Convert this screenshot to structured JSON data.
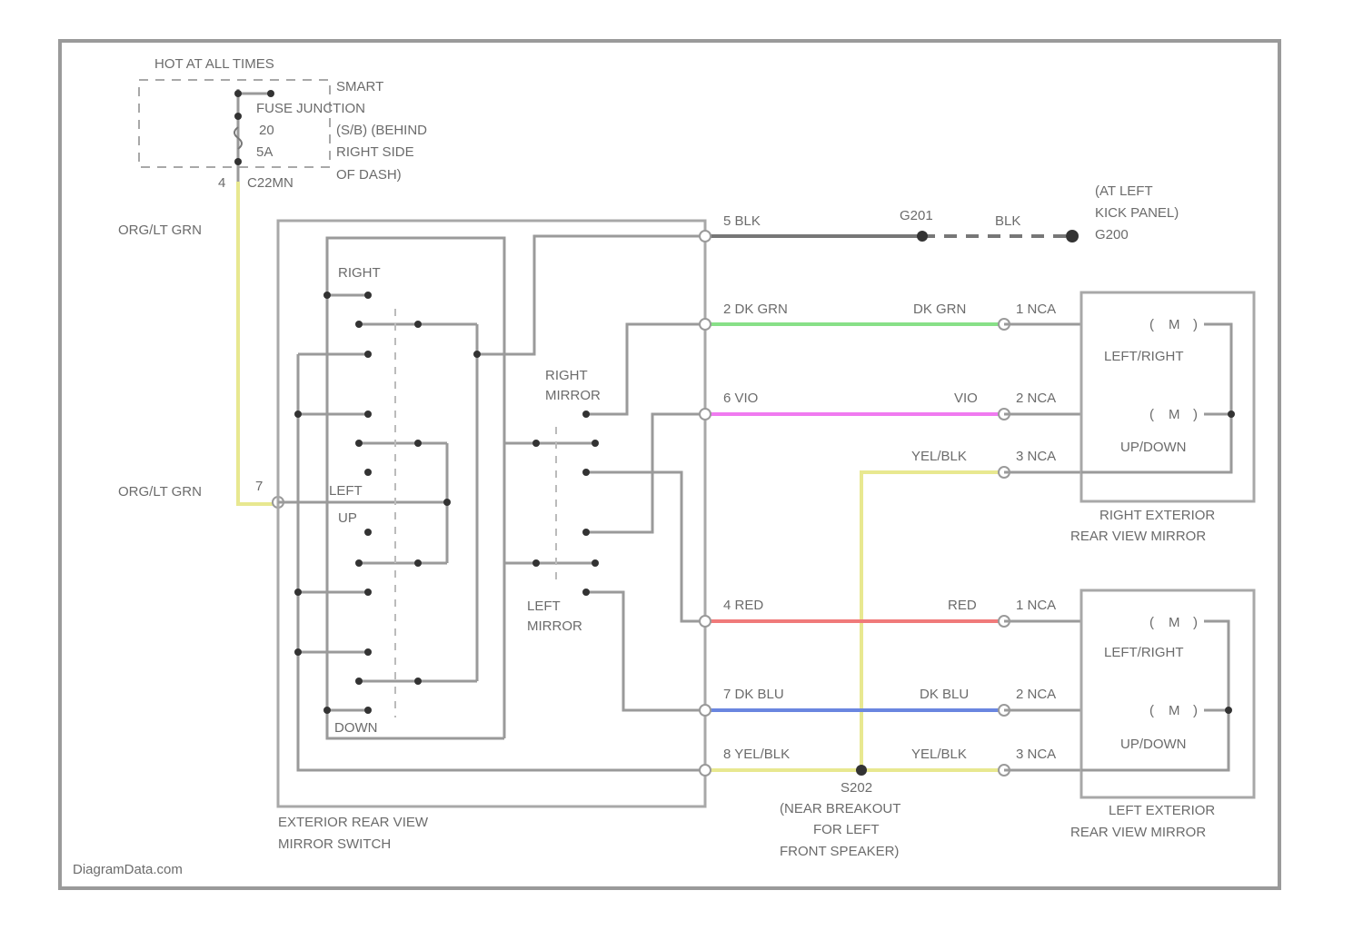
{
  "colors": {
    "frame": "#9a9a9a",
    "org_lt_grn": "#e8e890",
    "blk": "#777777",
    "dk_grn": "#88e088",
    "vio": "#f07af0",
    "yel_blk": "#e8e890",
    "red": "#f07a7a",
    "dk_blu": "#6a86e0"
  },
  "fuse": {
    "title": "HOT AT ALL TIMES",
    "lines": [
      "SMART",
      "FUSE JUNCTION",
      "(S/B) (BEHIND",
      "RIGHT SIDE",
      "OF DASH)"
    ],
    "fuse_id": "20",
    "fuse_amp": "5A",
    "terminal": "C22MN",
    "pin": "4"
  },
  "left_wires": {
    "top": "ORG/LT GRN",
    "bottom": "ORG/LT GRN",
    "pin": "7"
  },
  "switch": {
    "labels": {
      "right": "RIGHT",
      "left": "LEFT",
      "up": "UP",
      "down": "DOWN",
      "right_mirror": "RIGHT\nMIRROR",
      "left_mirror": "LEFT\nMIRROR"
    },
    "name_l1": "EXTERIOR REAR VIEW",
    "name_l2": "MIRROR SWITCH"
  },
  "ground": {
    "wire": "5 BLK",
    "splice": "G201",
    "wire2": "BLK",
    "l1": "(AT LEFT",
    "l2": "KICK PANEL)",
    "l3": "G200"
  },
  "wires": [
    {
      "left": "2 DK GRN",
      "right": "DK GRN",
      "pin": "1 NCA"
    },
    {
      "left": "6 VIO",
      "right": "VIO",
      "pin": "2 NCA"
    },
    {
      "left": "",
      "right": "YEL/BLK",
      "pin": "3 NCA"
    },
    {
      "left": "4 RED",
      "right": "RED",
      "pin": "1 NCA"
    },
    {
      "left": "7 DK BLU",
      "right": "DK BLU",
      "pin": "2 NCA"
    },
    {
      "left": "8 YEL/BLK",
      "right": "YEL/BLK",
      "pin": "3 NCA"
    }
  ],
  "right_mirror": {
    "motor1": "LEFT/RIGHT",
    "motor2": "UP/DOWN",
    "m": "M",
    "name_l1": "RIGHT EXTERIOR",
    "name_l2": "REAR VIEW MIRROR"
  },
  "left_mirror": {
    "motor1": "LEFT/RIGHT",
    "motor2": "UP/DOWN",
    "m": "M",
    "name_l1": "LEFT EXTERIOR",
    "name_l2": "REAR VIEW MIRROR"
  },
  "splice": {
    "id": "S202",
    "l1": "(NEAR BREAKOUT",
    "l2": "FOR LEFT",
    "l3": "FRONT SPEAKER)"
  },
  "watermark": "DiagramData.com"
}
